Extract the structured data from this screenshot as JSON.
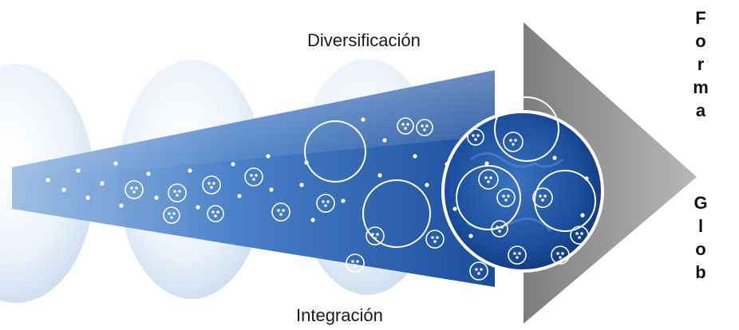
{
  "labels": {
    "top": "Diversificación",
    "bottom": "Integración"
  },
  "vertical_text": [
    "F",
    "o",
    "r",
    "m",
    "a",
    "",
    "",
    "",
    "G",
    "l",
    "o",
    "b"
  ],
  "colors": {
    "cone_dark": "#1d4f9c",
    "cone_light": "#cfe1f4",
    "globe_deep": "#15448f",
    "arrow_gray": "#9a9a9a",
    "ghost_sphere": "#e4eef8"
  },
  "icons": {
    "cluster": "cluster-icon",
    "dot": "dot-icon",
    "arrow": "arrow-head-icon"
  }
}
